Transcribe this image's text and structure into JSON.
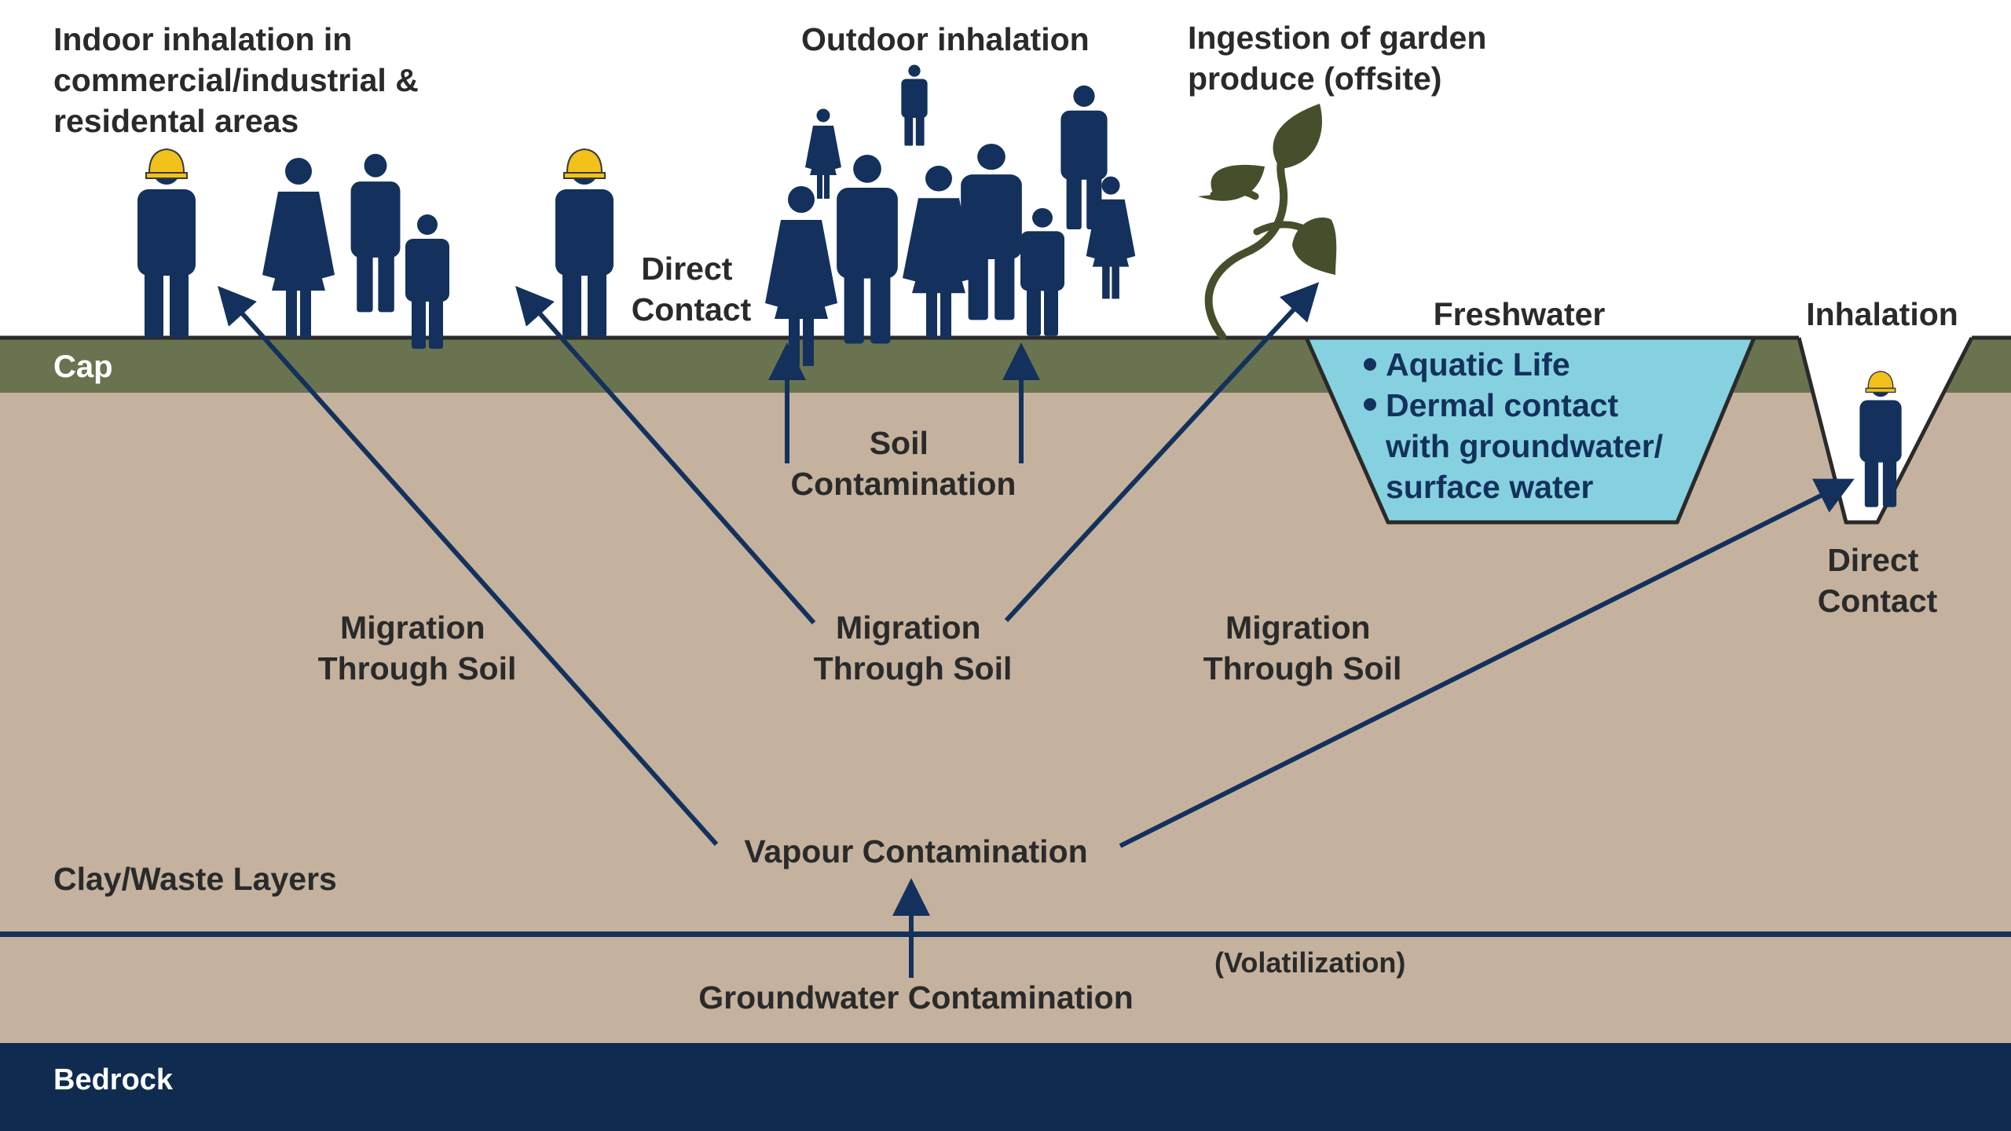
{
  "colors": {
    "soil": "#c4b29e",
    "cap": "#6a7350",
    "bedrock": "#0f2c50",
    "navy": "#13315c",
    "water": "#86d1e0",
    "hardhat": "#f2c21b",
    "plant": "#464f2c",
    "text": "#2a2a2a"
  },
  "layers": {
    "cap": "Cap",
    "clay": "Clay/Waste Layers",
    "bedrock": "Bedrock"
  },
  "headings": {
    "indoor": [
      "Indoor inhalation in",
      "commercial/industrial &",
      "residental areas"
    ],
    "outdoor": "Outdoor inhalation",
    "ingestion": [
      "Ingestion of garden",
      "produce (offsite)"
    ],
    "freshwater": "Freshwater",
    "inhalation": "Inhalation"
  },
  "labels": {
    "direct_contact_top": [
      "Direct",
      "Contact"
    ],
    "soil_contamination": [
      "Soil",
      "Contamination"
    ],
    "migration_left": [
      "Migration",
      "Through Soil"
    ],
    "migration_center": [
      "Migration",
      "Through Soil"
    ],
    "migration_right": [
      "Migration",
      "Through Soil"
    ],
    "vapour": "Vapour Contamination",
    "groundwater": "Groundwater Contamination",
    "volatilization": "(Volatilization)",
    "direct_contact_pit": [
      "Direct",
      "Contact"
    ]
  },
  "freshwater_bullets": [
    [
      "Aquatic Life"
    ],
    [
      "Dermal contact",
      "with groundwater/",
      "surface water"
    ]
  ],
  "icons": {
    "worker": "hardhat-worker-icon",
    "man": "man-icon",
    "woman": "woman-icon",
    "child": "child-icon",
    "plant": "seedling-icon"
  }
}
